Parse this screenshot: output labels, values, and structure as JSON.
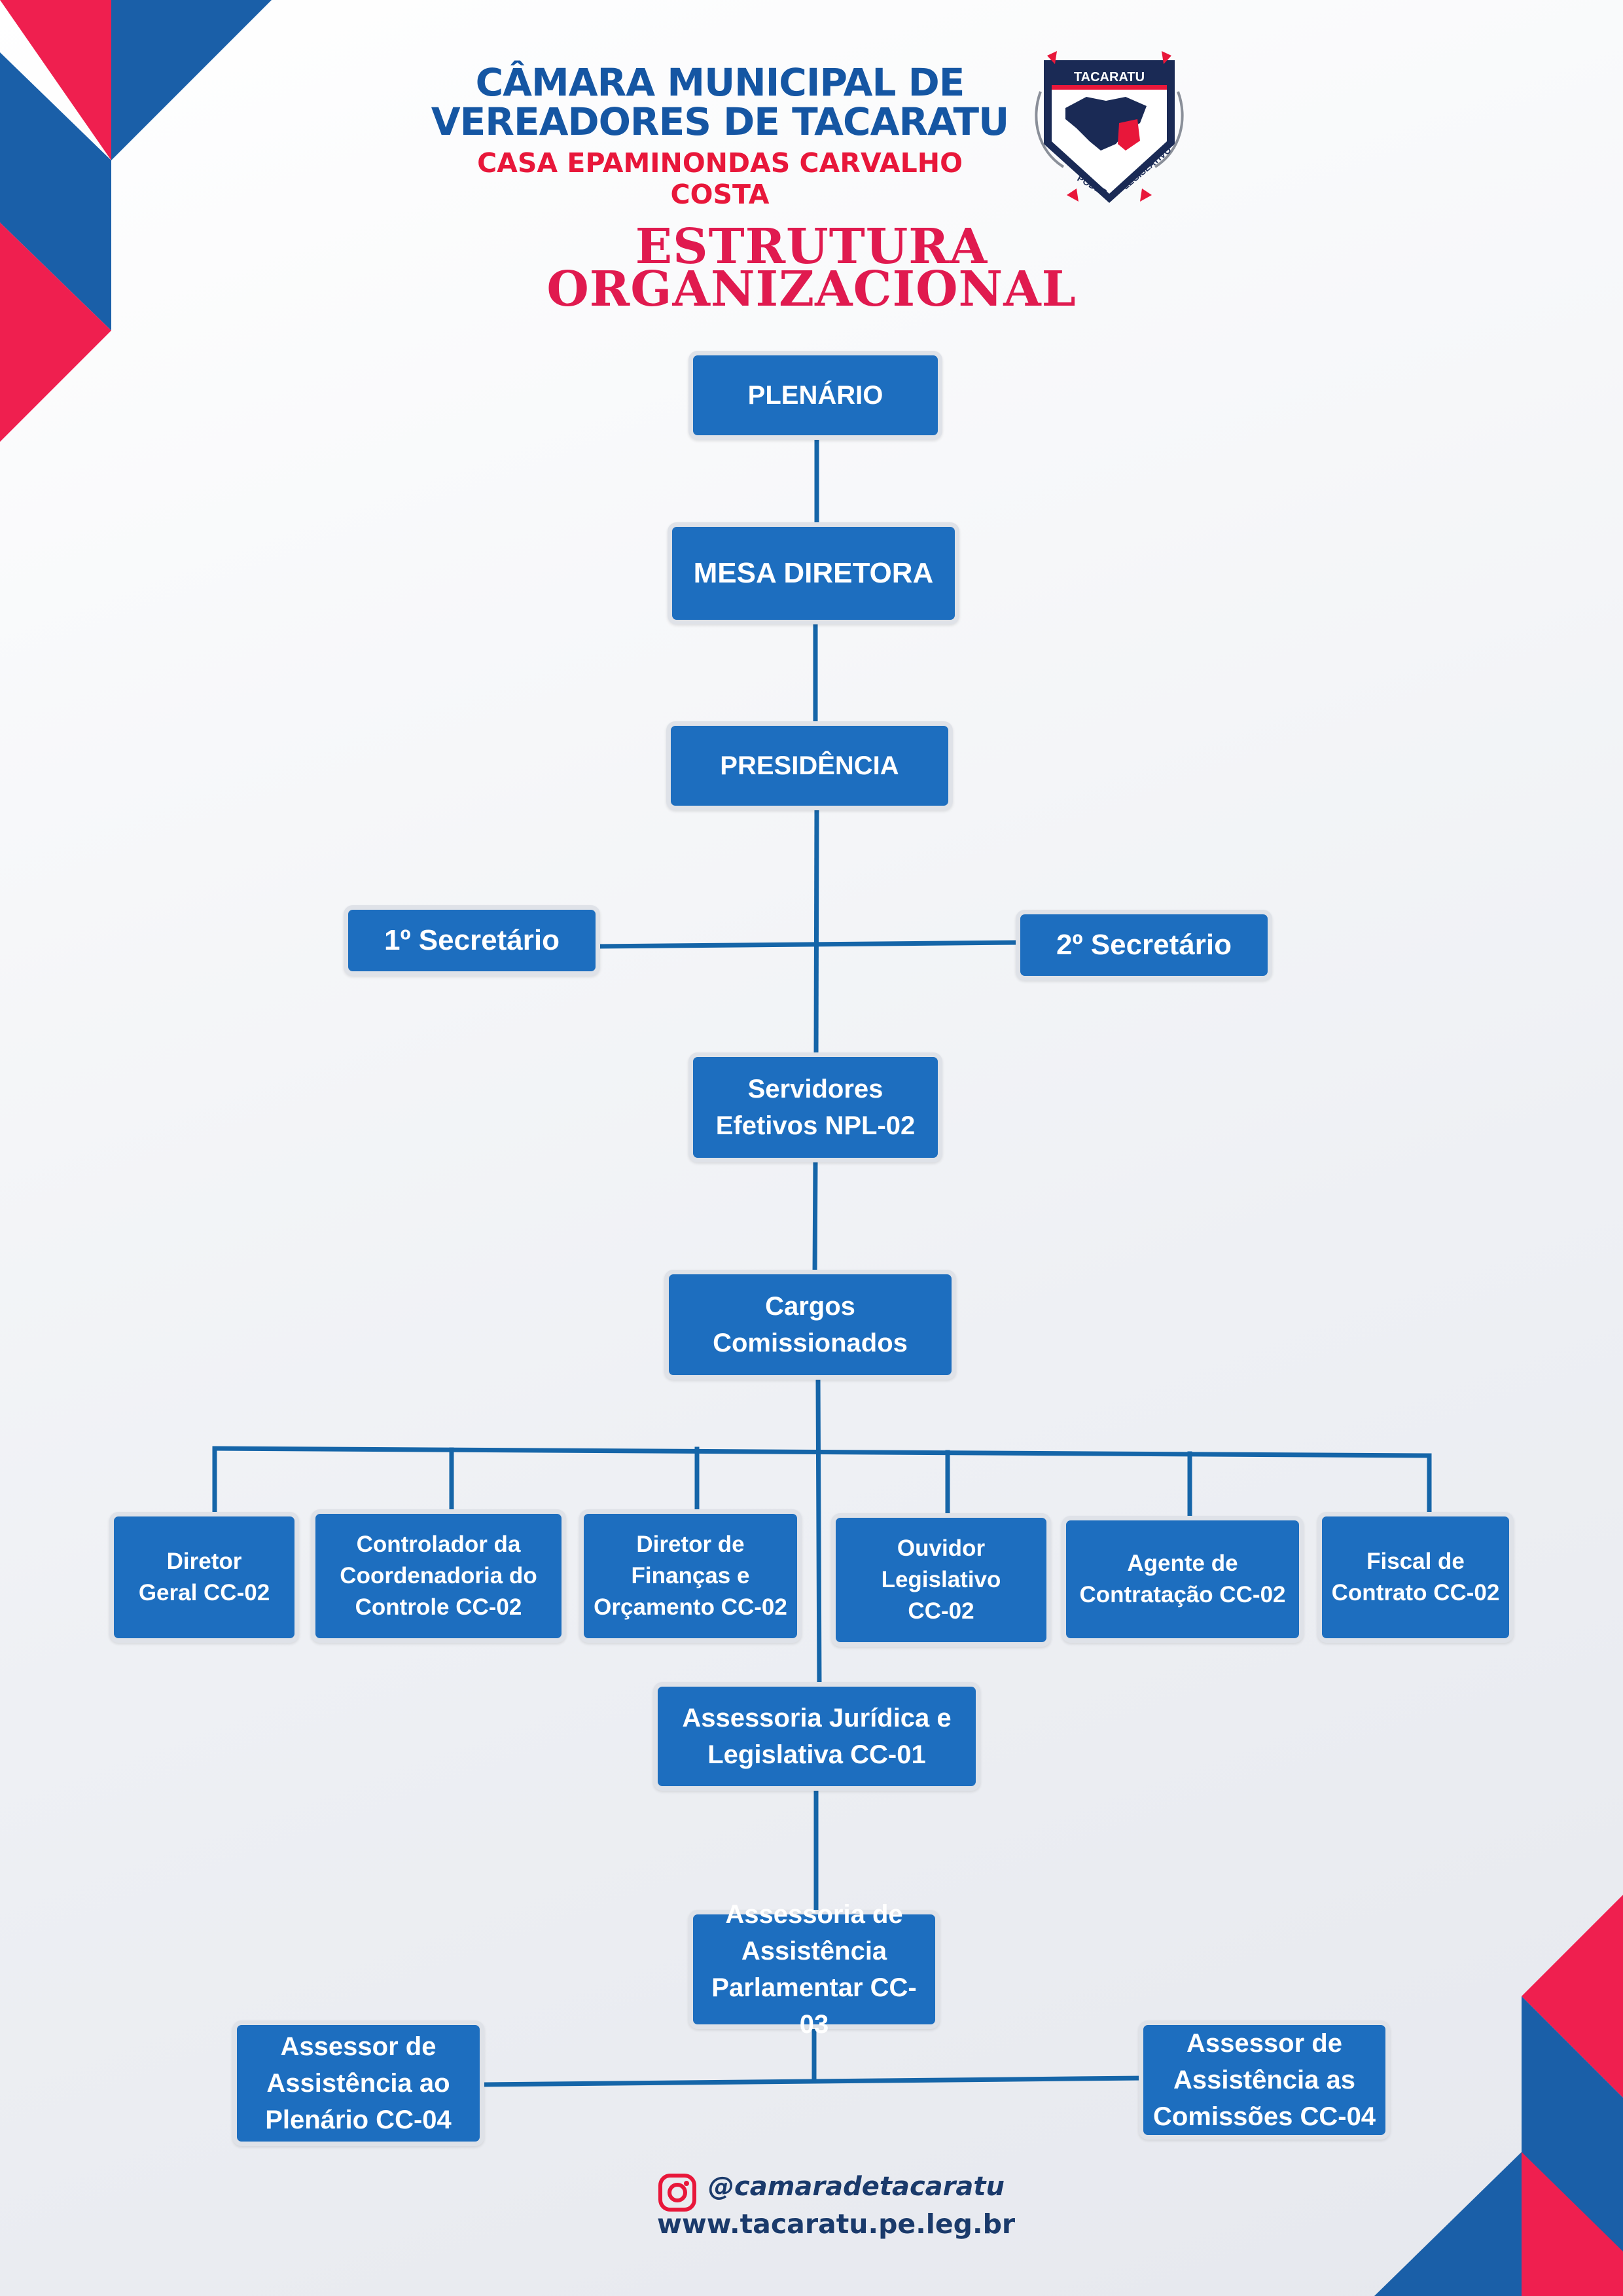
{
  "header": {
    "line1": "CÂMARA MUNICIPAL DE",
    "line2": "VEREADORES DE TACARATU",
    "line3": "CASA EPAMINONDAS CARVALHO COSTA"
  },
  "logo": {
    "top_text": "TACARATU",
    "arc_left": "PODER",
    "arc_right": "LEGISLATIVO"
  },
  "title": {
    "line1": "ESTRUTURA",
    "line2": "ORGANIZACIONAL"
  },
  "nodes": {
    "plenario": "PLENÁRIO",
    "mesa": "MESA DIRETORA",
    "presidencia": "PRESIDÊNCIA",
    "sec1": "1º Secretário",
    "sec2": "2º Secretário",
    "servidores": "Servidores\nEfetivos NPL-02",
    "cargos": "Cargos\nComissionados",
    "diretor_geral": "Diretor\nGeral CC-02",
    "controlador": "Controlador da\nCoordenadoria do\nControle CC-02",
    "diretor_financas": "Diretor de\nFinanças e\nOrçamento CC-02",
    "ouvidor": "Ouvidor\nLegislativo\nCC-02",
    "agente": "Agente de\nContratação CC-02",
    "fiscal": "Fiscal de\nContrato CC-02",
    "assessoria_juridica": "Assessoria Jurídica e\nLegislativa CC-01",
    "assessoria_parlamentar": "Assessoria de\nAssistência\nParlamentar CC-03",
    "assessor_plenario": "Assessor de\nAssistência ao\nPlenário CC-04",
    "assessor_comissoes": "Assessor de\nAssistência as\nComissões CC-04"
  },
  "footer": {
    "instagram": "@camaradetacaratu",
    "website": "www.tacaratu.pe.leg.br"
  },
  "colors": {
    "box_fill": "#1d6ebf",
    "box_border": "#dfe2e8",
    "connector": "#1565a8",
    "header_blue": "#1556a3",
    "accent_red": "#e8173a",
    "title_red": "#e01a4f",
    "deco_blue": "#1a5fa8",
    "deco_red": "#ef1f4f",
    "footer_text": "#1a3a6b"
  }
}
